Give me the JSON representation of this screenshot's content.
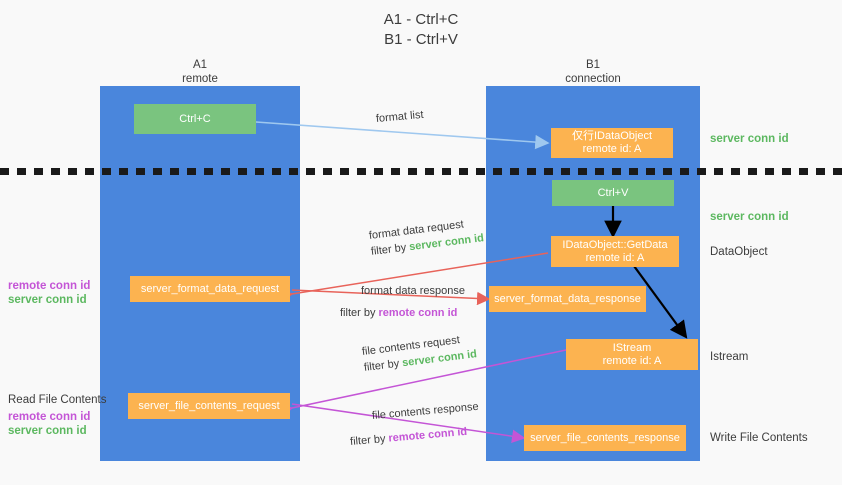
{
  "title": "A1 - Ctrl+C\nB1 - Ctrl+V",
  "columns": [
    {
      "name": "a1",
      "header": "A1\nremote"
    },
    {
      "name": "b1",
      "header": "B1\nconnection"
    }
  ],
  "boxes": {
    "ctrl_c": "Ctrl+C",
    "ctrl_v": "Ctrl+V",
    "idataobject": "仅行IDataObject\nremote id: A",
    "getdata": "IDataObject::GetData\nremote id: A",
    "istream": "IStream\nremote id: A",
    "format_data_request": "server_format_data_request",
    "format_data_response": "server_format_data_response",
    "file_contents_request": "server_file_contents_request",
    "file_contents_response": "server_file_contents_response"
  },
  "right_labels": {
    "server_conn_id_1": "server conn id",
    "server_conn_id_2": "server conn id",
    "dataobject": "DataObject",
    "istream": "Istream",
    "write_file_contents": "Write File Contents"
  },
  "left_labels": {
    "remote_conn_id_1": "remote conn id",
    "server_conn_id_1": "server conn id",
    "read_file_contents": "Read File Contents",
    "remote_conn_id_2": "remote conn id",
    "server_conn_id_2": "server conn id"
  },
  "arrow_labels": {
    "format_list": "format list",
    "format_data_request": "format data request",
    "format_data_request_filter_prefix": "filter by ",
    "format_data_request_filter_value": "server conn id",
    "format_data_response": "format data response",
    "format_data_response_filter_prefix": "filter by ",
    "format_data_response_filter_value": "remote conn id",
    "file_contents_request": "file contents request",
    "file_contents_request_filter_prefix": "filter by ",
    "file_contents_request_filter_value": "server conn id",
    "file_contents_response": "file contents response",
    "file_contents_response_filter_prefix": "filter by ",
    "file_contents_response_filter_value": "remote conn id"
  },
  "colors": {
    "lane": "#4a86dc",
    "green_box": "#7ac47f",
    "orange_box": "#fcb350",
    "green_text": "#5cb860",
    "purple_text": "#c455d6",
    "arrow_light_blue": "#9fc8ef",
    "arrow_red": "#e8635a",
    "arrow_magenta": "#c455d6",
    "arrow_black": "#000000",
    "background": "#f9f9f9"
  }
}
